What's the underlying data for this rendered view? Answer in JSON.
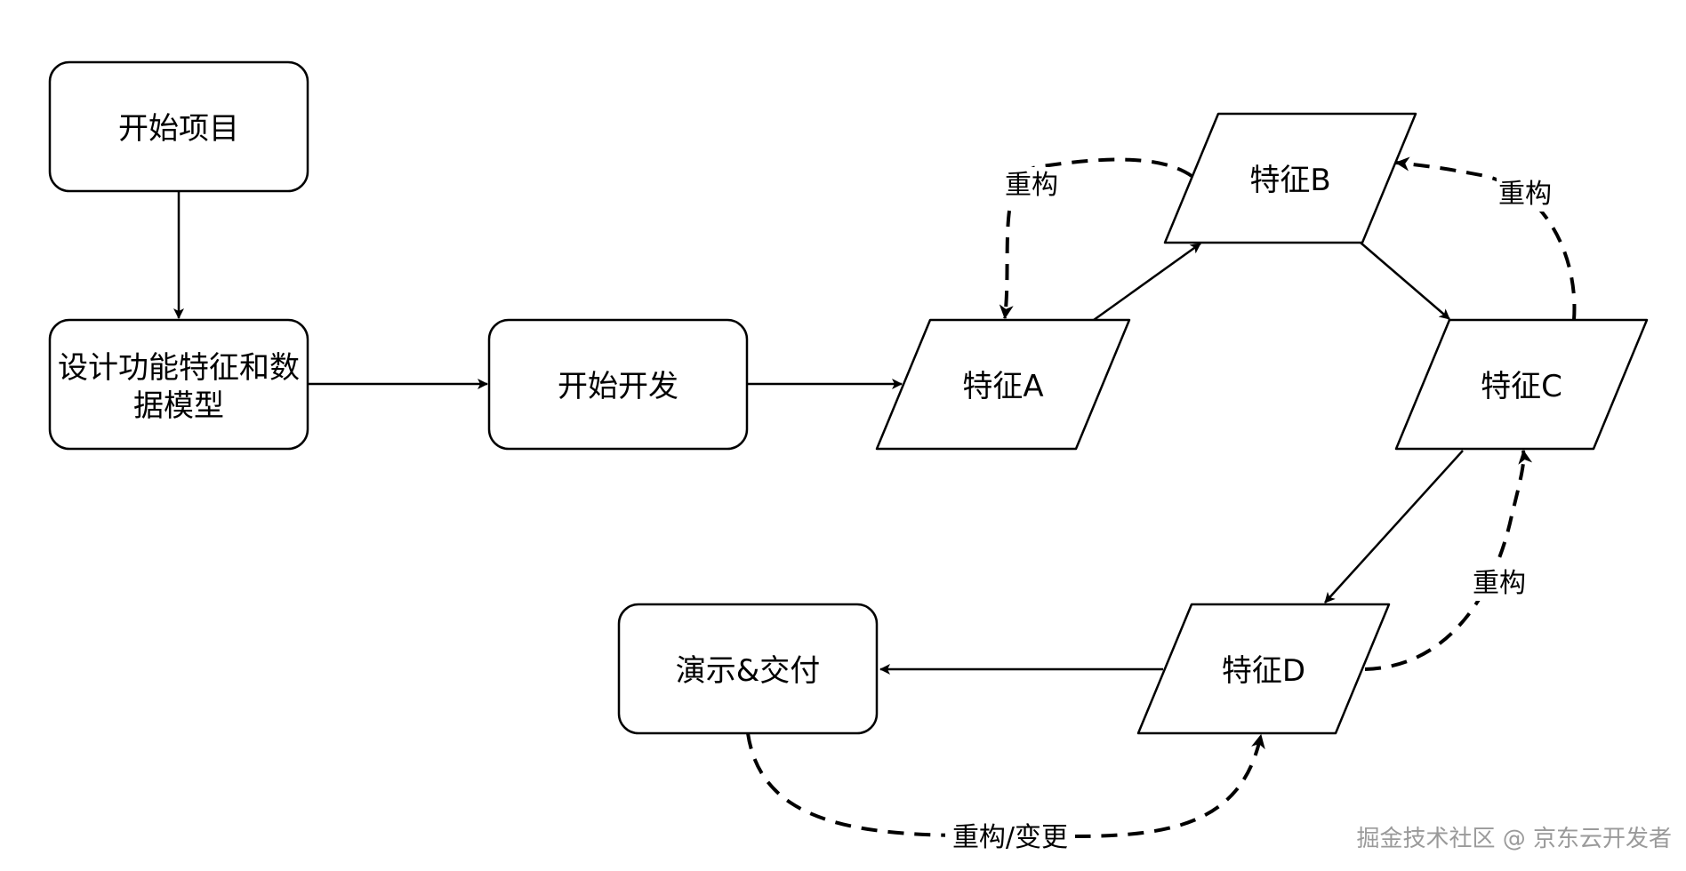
{
  "diagram": {
    "nodes": {
      "start_project": "开始项目",
      "design_features": "设计功能特征和数",
      "design_features_line2": "据模型",
      "start_dev": "开始开发",
      "feature_a": "特征A",
      "feature_b": "特征B",
      "feature_c": "特征C",
      "feature_d": "特征D",
      "demo_delivery": "演示&交付"
    },
    "edge_labels": {
      "refactor_ab": "重构",
      "refactor_bc": "重构",
      "refactor_cd": "重构",
      "refactor_change": "重构/变更"
    }
  },
  "watermark": "掘金技术社区 @ 京东云开发者",
  "colors": {
    "stroke": "#000000",
    "background": "#ffffff",
    "watermark": "#9a9a9a"
  }
}
